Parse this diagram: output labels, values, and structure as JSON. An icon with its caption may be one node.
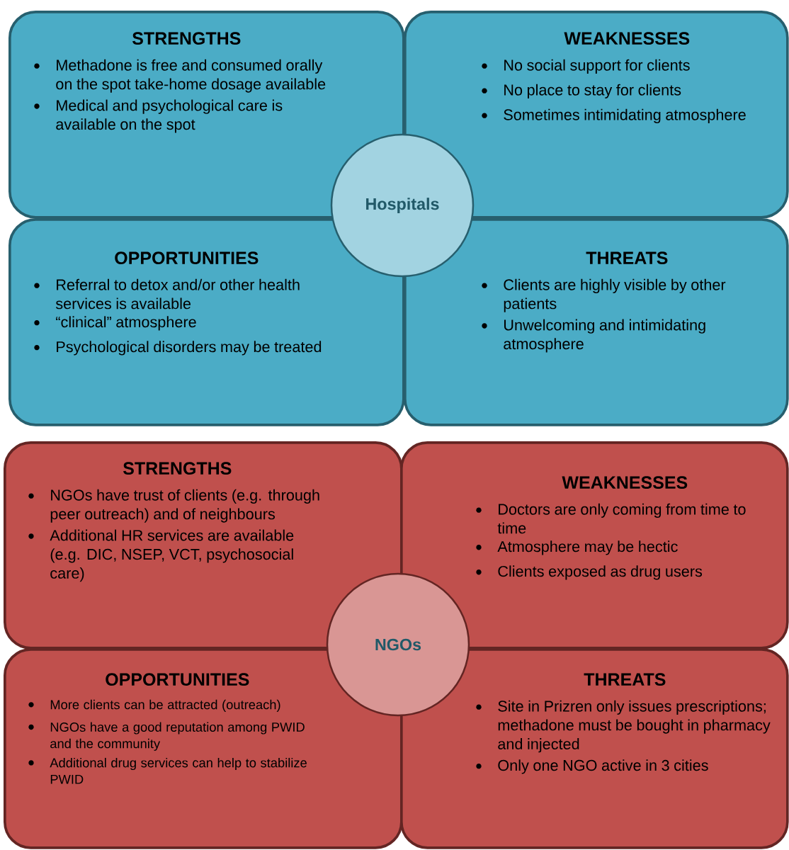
{
  "diagram": {
    "nodes": [
      {
        "text": [
          "STRENGTHS",
          "Methadone is free and consumed orally on the spot take-home dosage available",
          "Medical and psychological care is available on the spot"
        ]
      },
      {
        "text": [
          "WEAKNESSES",
          "No social support for clients",
          "No place to stay for clients",
          "Sometimes intimidating atmosphere"
        ]
      },
      {
        "text": [
          "OPPORTUNITIES",
          "Referral to detox and/or other health services is available",
          "“clinical” atmosphere",
          "Psychological disorders may be treated"
        ]
      },
      {
        "text": [
          "THREATS",
          "Clients are highly visible by other patients",
          "Unwelcoming and intimidating atmosphere"
        ]
      },
      {
        "text": [
          "Hospitals"
        ]
      },
      {
        "text": [
          "STRENGTHS",
          "NGOs have trust of clients (e.g. through peer outreach) and of neighbours",
          "Additional HR services are available (e.g. DIC, NSEP, VCT, psychosocial care)"
        ]
      },
      {
        "text": [
          "WEAKNESSES",
          "Doctors are only coming from time to time",
          "Atmosphere may be hectic",
          "Clients exposed as drug users"
        ]
      },
      {
        "text": [
          "OPPORTUNITIES",
          "More clients can be attracted (outreach)",
          "NGOs have a good reputation among PWID and the community",
          "Additional drug services can help to stabilize PWID"
        ]
      },
      {
        "text": [
          "THREATS",
          "Site in Prizren only issues prescriptions; methadone must be bought in pharmacy and injected",
          "Only one NGO active in 3 cities"
        ]
      },
      {
        "text": [
          "NGOs"
        ]
      }
    ]
  }
}
